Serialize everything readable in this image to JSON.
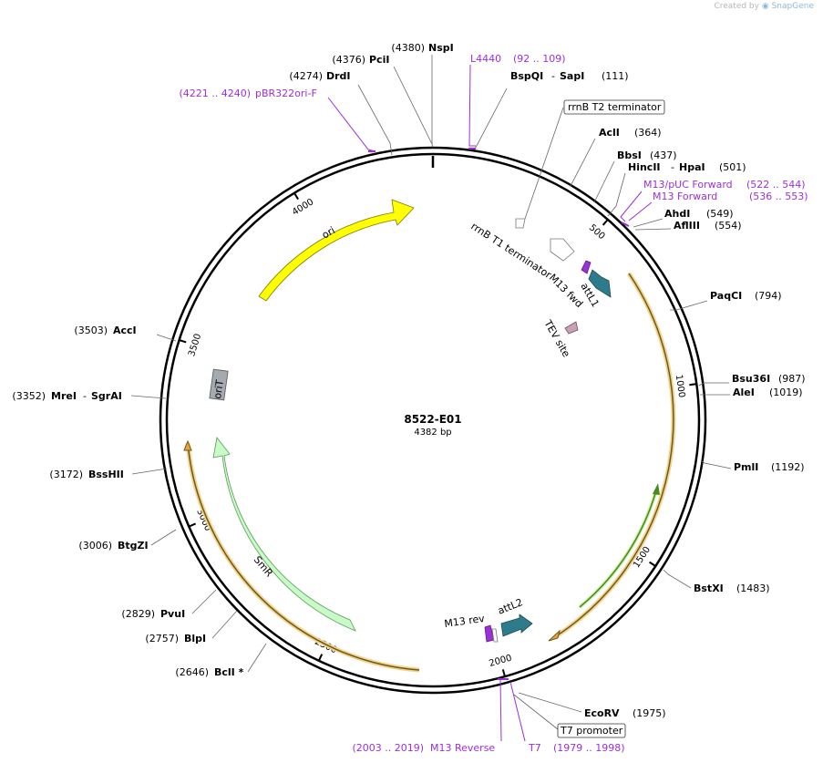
{
  "credit": {
    "prefix": "Created by",
    "brand": "SnapGene"
  },
  "plasmid": {
    "name": "8522-E01",
    "length": "4382 bp"
  },
  "ticks": [
    "500",
    "1000",
    "1500",
    "2000",
    "2500",
    "3000",
    "3500",
    "4000"
  ],
  "sites_right": [
    {
      "name": "BspQI",
      "sep": "-",
      "name2": "SapI",
      "pos": "(111)"
    },
    {
      "name": "AclI",
      "pos": "(364)"
    },
    {
      "name": "BbsI",
      "pos": "(437)"
    },
    {
      "name": "HincII",
      "sep": "-",
      "name2": "HpaI",
      "pos": "(501)"
    },
    {
      "name": "AhdI",
      "pos": "(549)"
    },
    {
      "name": "AflIII",
      "pos": "(554)"
    },
    {
      "name": "PaqCI",
      "pos": "(794)"
    },
    {
      "name": "Bsu36I",
      "pos": "(987)"
    },
    {
      "name": "AleI",
      "pos": "(1019)"
    },
    {
      "name": "PmlI",
      "pos": "(1192)"
    },
    {
      "name": "BstXI",
      "pos": "(1483)"
    },
    {
      "name": "EcoRV",
      "pos": "(1975)"
    }
  ],
  "sites_left": [
    {
      "name": "NspI",
      "pos": "(4380)"
    },
    {
      "name": "PciI",
      "pos": "(4376)"
    },
    {
      "name": "DrdI",
      "pos": "(4274)"
    },
    {
      "name": "AccI",
      "pos": "(3503)"
    },
    {
      "name": "MreI",
      "sep": "-",
      "name2": "SgrAI",
      "pos": "(3352)"
    },
    {
      "name": "BssHII",
      "pos": "(3172)"
    },
    {
      "name": "BtgZI",
      "pos": "(3006)"
    },
    {
      "name": "PvuI",
      "pos": "(2829)"
    },
    {
      "name": "BlpI",
      "pos": "(2757)"
    },
    {
      "name": "BclI *",
      "pos": "(2646)"
    }
  ],
  "primers": [
    {
      "name": "L4440",
      "range": "(92 .. 109)"
    },
    {
      "name": "pBR322ori-F",
      "range": "(4221 .. 4240)"
    },
    {
      "name": "M13/pUC Forward",
      "range": "(522 .. 544)"
    },
    {
      "name": "M13 Forward",
      "range": "(536 .. 553)"
    },
    {
      "name": "M13 Reverse",
      "range": "(2003 .. 2019)"
    },
    {
      "name": "T7",
      "range": "(1979 .. 1998)"
    }
  ],
  "boxed_features": [
    {
      "name": "rrnB T2 terminator"
    },
    {
      "name": "T7 promoter"
    }
  ],
  "inner_features": {
    "ori": "ori",
    "smr": "SmR",
    "orit": "oriT",
    "rrnb_t1": "rrnB T1 terminator",
    "m13fwd": "M13 fwd",
    "attl1": "attL1",
    "tev": "TEV site",
    "m13rev": "M13 rev",
    "attl2": "attL2"
  },
  "colors": {
    "backbone": "#000000",
    "primer": "#9b30d9",
    "ori": "#ffff00",
    "smr": "#c9fbc6",
    "orf_outline": "#e8a33a",
    "orf_inner": "#6b5a1a",
    "green_orf": "#4a8a1a",
    "att": "#2e7b8c",
    "orit": "#a4aab0",
    "tev": "#c9a0b4",
    "m13": "#9b30d9"
  }
}
